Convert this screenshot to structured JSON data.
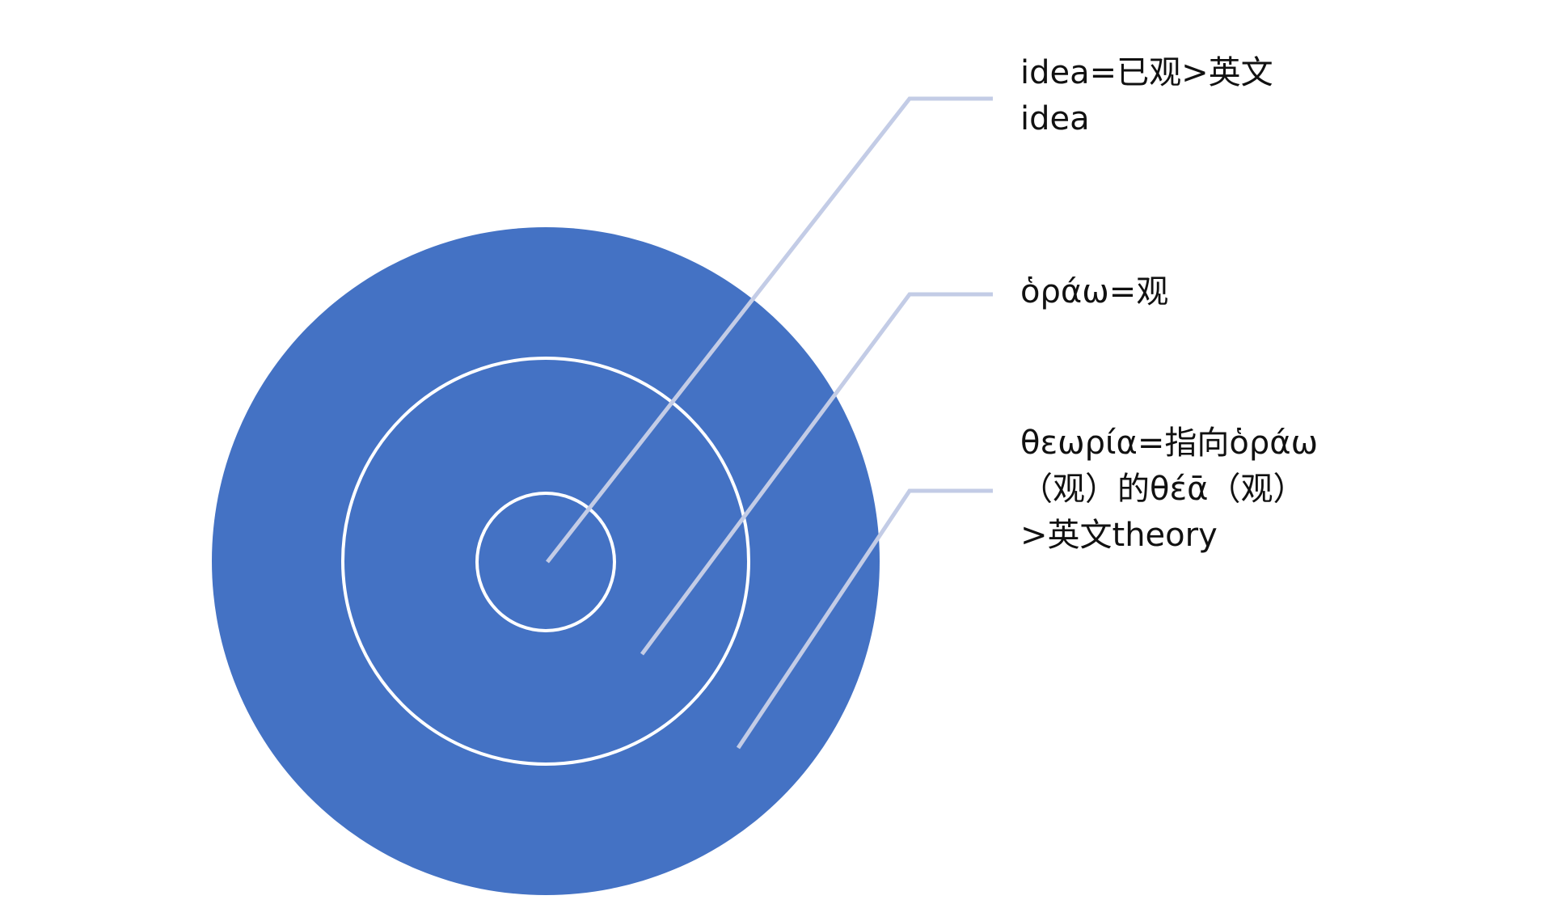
{
  "diagram": {
    "type": "concentric-circles",
    "colors": {
      "fill": "#4472C4",
      "ring_stroke": "#FFFFFF",
      "leader_line": "#C3CCE6",
      "text": "#111111",
      "background": "#FFFFFF"
    },
    "rings": [
      {
        "name": "inner",
        "radius": 85
      },
      {
        "name": "middle",
        "radius": 251
      },
      {
        "name": "outer",
        "radius": 413
      }
    ],
    "labels": [
      {
        "id": "inner",
        "text": "idea=已观>英文\nidea"
      },
      {
        "id": "middle",
        "text": "ὁράω=观"
      },
      {
        "id": "outer",
        "text": "θεωρία=指向ὁράω\n（观）的θέᾱ（观）\n>英文theory"
      }
    ]
  }
}
